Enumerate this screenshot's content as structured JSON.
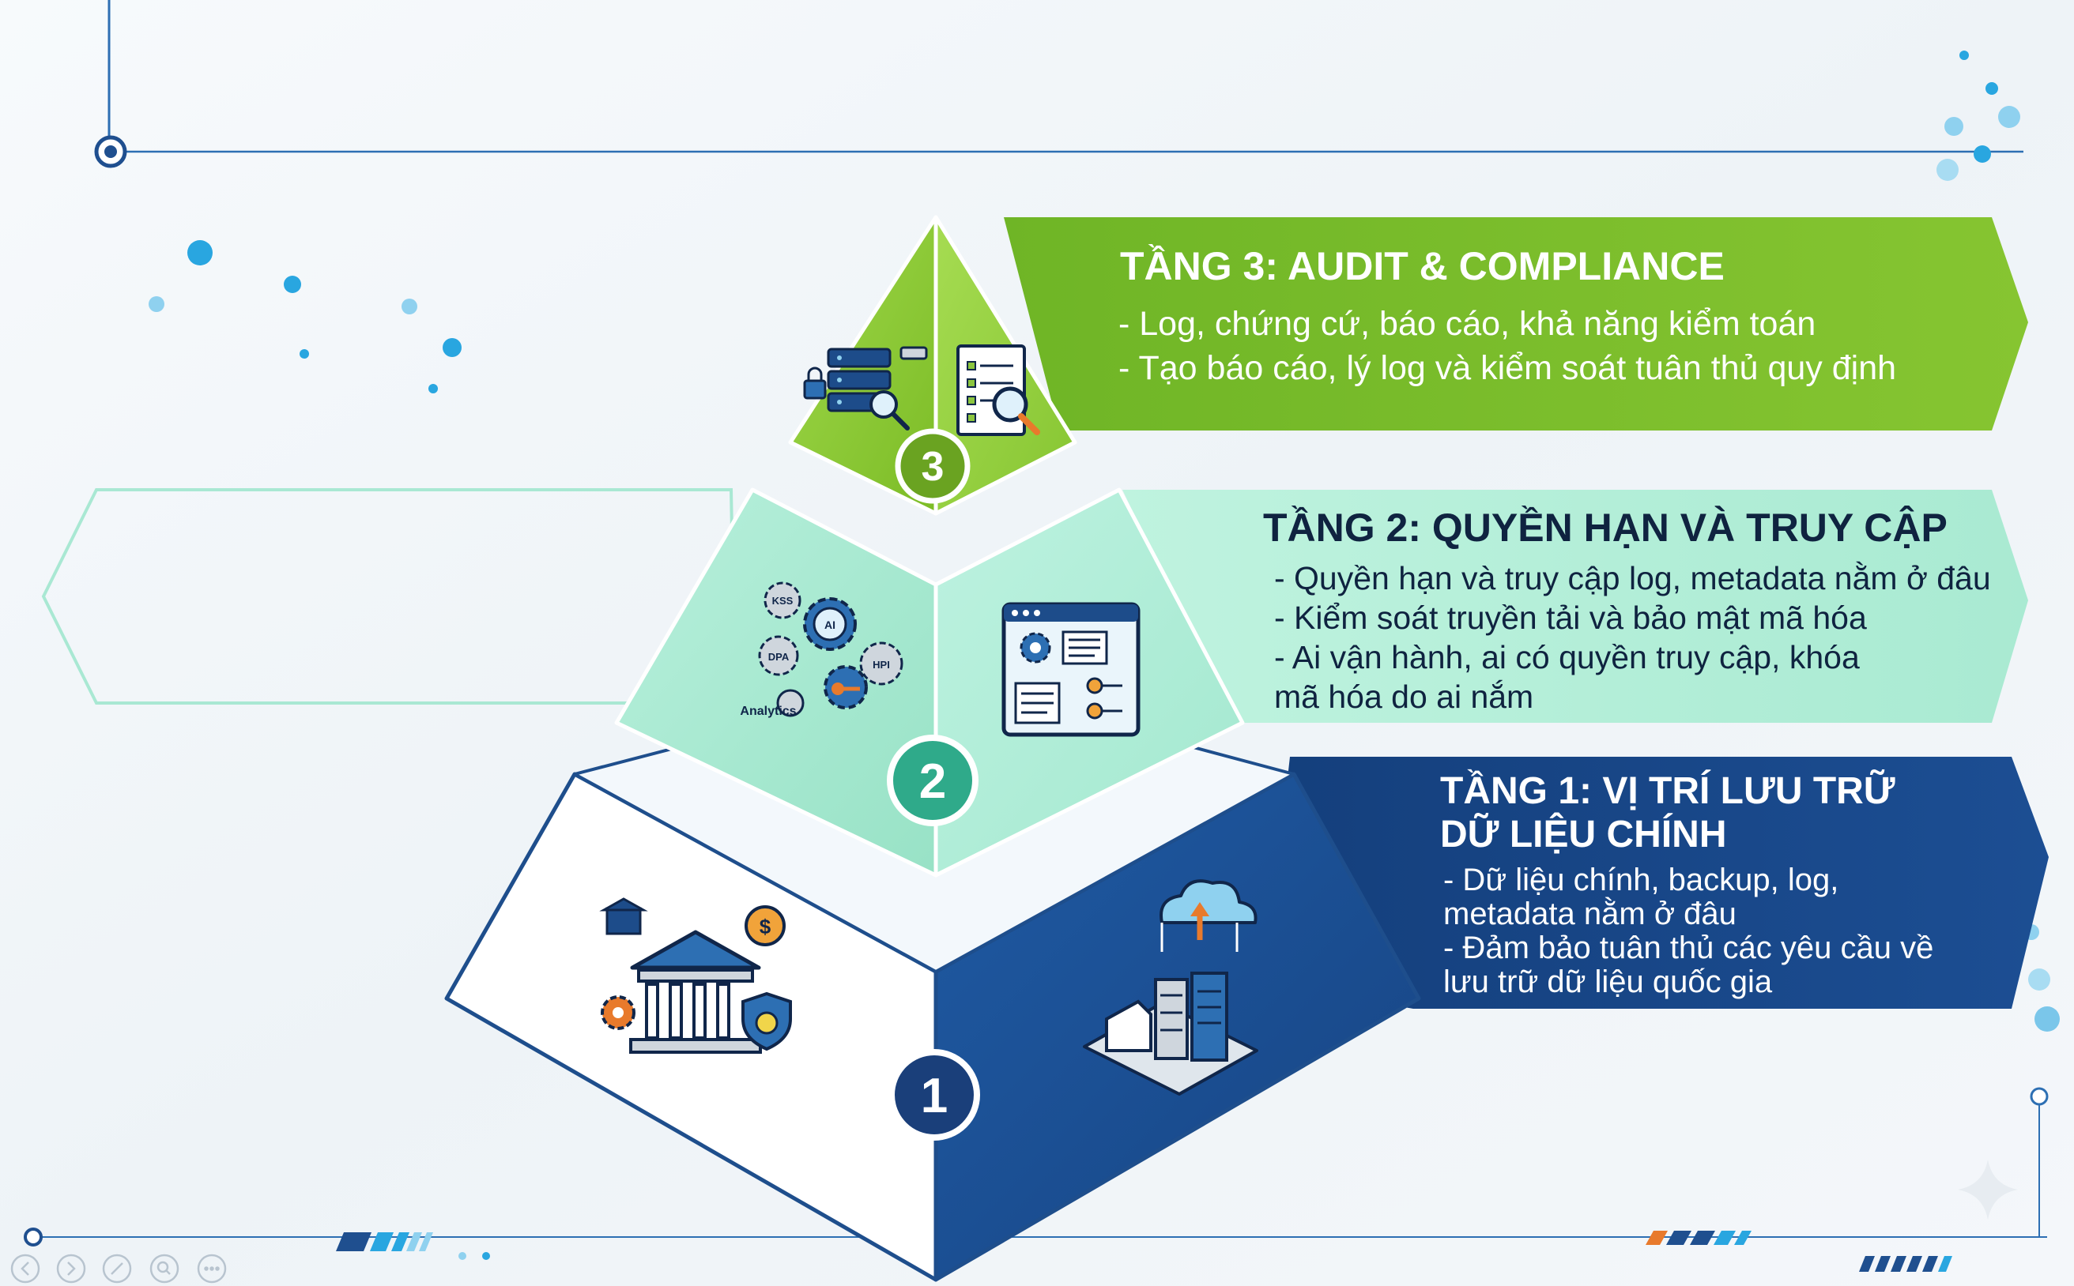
{
  "colors": {
    "tier1_dark": "#1e4e8c",
    "tier1_light": "#ffffff",
    "tier2": "#a9ecd6",
    "tier2_panel": "#b3efd9",
    "tier3": "#8cc63f",
    "tier3_panel": "#7dbd2a",
    "badge1": "#1a3f7a",
    "badge2": "#2faa8a",
    "badge3": "#6aa321",
    "accent_dot": "#29a6e0"
  },
  "tier3": {
    "number": "3",
    "title": "TẦNG 3: AUDIT & COMPLIANCE",
    "lines": [
      "- Log, chứng cứ, báo cáo, khả năng kiểm toán",
      "- Tạo báo cáo, lý log và kiểm soát tuân thủ quy định"
    ],
    "icons": [
      "server-lock-icon",
      "report-search-icon"
    ]
  },
  "tier2": {
    "number": "2",
    "title": "TẦNG 2: QUYỀN HẠN VÀ TRUY CẬP",
    "lines": [
      "- Quyền hạn và truy cập log, metadata nằm ở đâu",
      "- Kiểm soát truyền tải và bảo mật mã hóa",
      "- Ai vận hành, ai có quyền truy cập, khóa",
      "mã hóa do ai nắm"
    ],
    "gear_labels": [
      "KSS",
      "DPA",
      "AI",
      "HPI",
      "Analytics"
    ],
    "icons": [
      "gears-analytics-icon",
      "access-control-window-icon"
    ]
  },
  "tier1": {
    "number": "1",
    "title_line1": "TẦNG 1: VỊ TRÍ LƯU TRỮ",
    "title_line2": "DỮ LIỆU CHÍNH",
    "lines": [
      "- Dữ liệu chính, backup, log,",
      "metadata nằm ở đâu",
      "- Đảm bảo tuân thủ các yêu cầu về",
      "lưu trữ dữ liệu quốc gia"
    ],
    "icons": [
      "bank-icon",
      "cloud-datacenter-icon"
    ]
  }
}
